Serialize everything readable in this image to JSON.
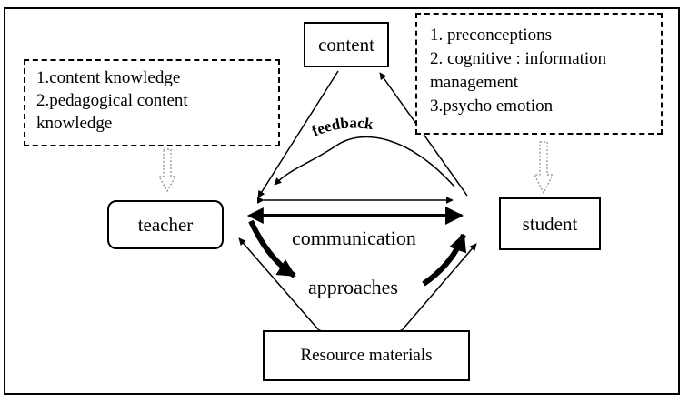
{
  "nodes": {
    "content": "content",
    "teacher": "teacher",
    "student": "student",
    "resource": "Resource materials"
  },
  "teacher_notes": {
    "line1": "1.content knowledge",
    "line2": "2.pedagogical content",
    "line3": "knowledge"
  },
  "student_notes": {
    "line1": "1. preconceptions",
    "line2": "2. cognitive : information",
    "line3": "management",
    "line4": "3.psycho emotion"
  },
  "edge_labels": {
    "feedback": "feedback",
    "communication": "communication",
    "approaches": "approaches"
  },
  "colors": {
    "stroke": "#000000",
    "hollow_arrow": "#888888"
  }
}
